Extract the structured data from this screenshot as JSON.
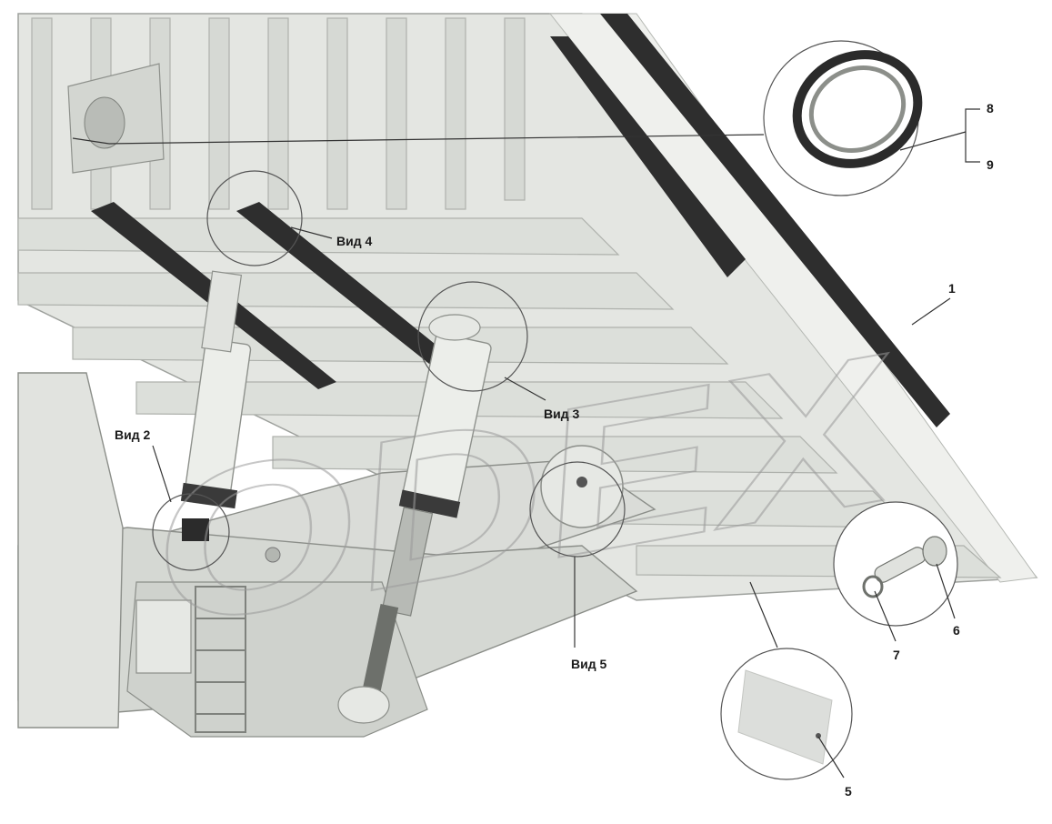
{
  "views": {
    "v2": "Вид 2",
    "v3": "Вид 3",
    "v4": "Вид 4",
    "v5": "Вид 5"
  },
  "parts": {
    "p1": "1",
    "p5": "5",
    "p6": "6",
    "p7": "7",
    "p8": "8",
    "p9": "9"
  },
  "watermark": "ODEX",
  "colors": {
    "body": "#e4e6e2",
    "body_shade": "#c9ccc8",
    "rubber": "#2e2e2e",
    "line": "#333333"
  }
}
